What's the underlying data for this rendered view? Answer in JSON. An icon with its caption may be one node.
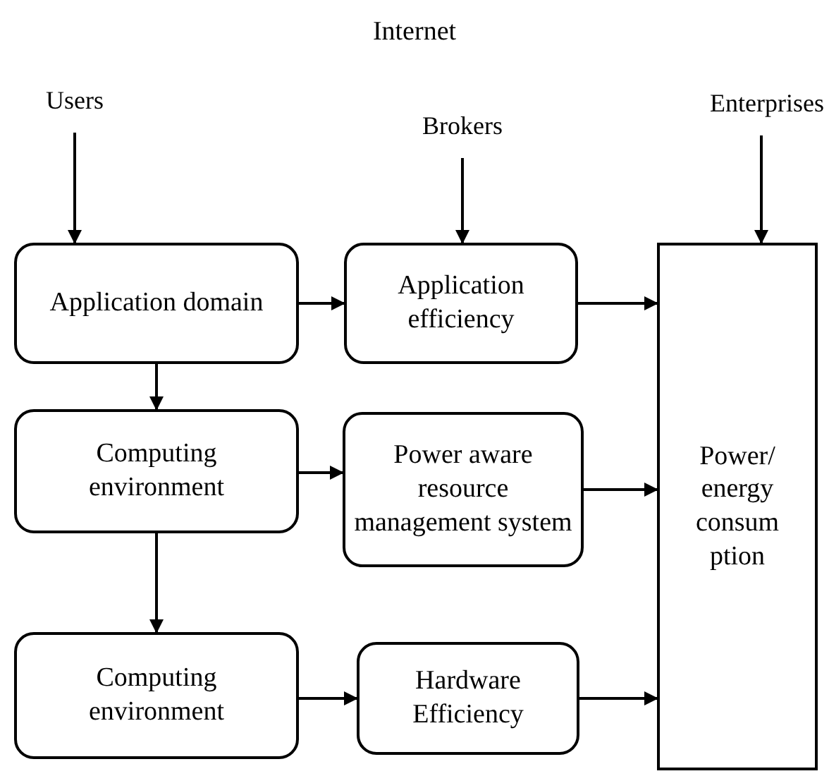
{
  "diagram": {
    "title": "Internet",
    "nodes": [
      {
        "text": [
          "Users"
        ]
      },
      {
        "text": [
          "Brokers"
        ]
      },
      {
        "text": [
          "Enterprises"
        ]
      },
      {
        "text": [
          "Application domain"
        ]
      },
      {
        "text": [
          "Application efficiency"
        ]
      },
      {
        "text": [
          "Power/ energy consum ption"
        ]
      },
      {
        "text": [
          "Computing environment"
        ]
      },
      {
        "text": [
          "Power aware resource management system"
        ]
      },
      {
        "text": [
          "Computing environment"
        ]
      },
      {
        "text": [
          "Hardware Efficiency"
        ]
      }
    ],
    "edges": [
      {
        "from": 0,
        "to": 3,
        "arrow": "to"
      },
      {
        "from": 1,
        "to": 4,
        "arrow": "to"
      },
      {
        "from": 2,
        "to": 5,
        "arrow": "to"
      },
      {
        "from": 3,
        "to": 4,
        "arrow": "to"
      },
      {
        "from": 4,
        "to": 5,
        "arrow": "to"
      },
      {
        "from": 3,
        "to": 6,
        "arrow": "to"
      },
      {
        "from": 6,
        "to": 7,
        "arrow": "to"
      },
      {
        "from": 7,
        "to": 5,
        "arrow": "to"
      },
      {
        "from": 6,
        "to": 8,
        "arrow": "to"
      },
      {
        "from": 8,
        "to": 9,
        "arrow": "to"
      },
      {
        "from": 9,
        "to": 5,
        "arrow": "to"
      }
    ]
  }
}
